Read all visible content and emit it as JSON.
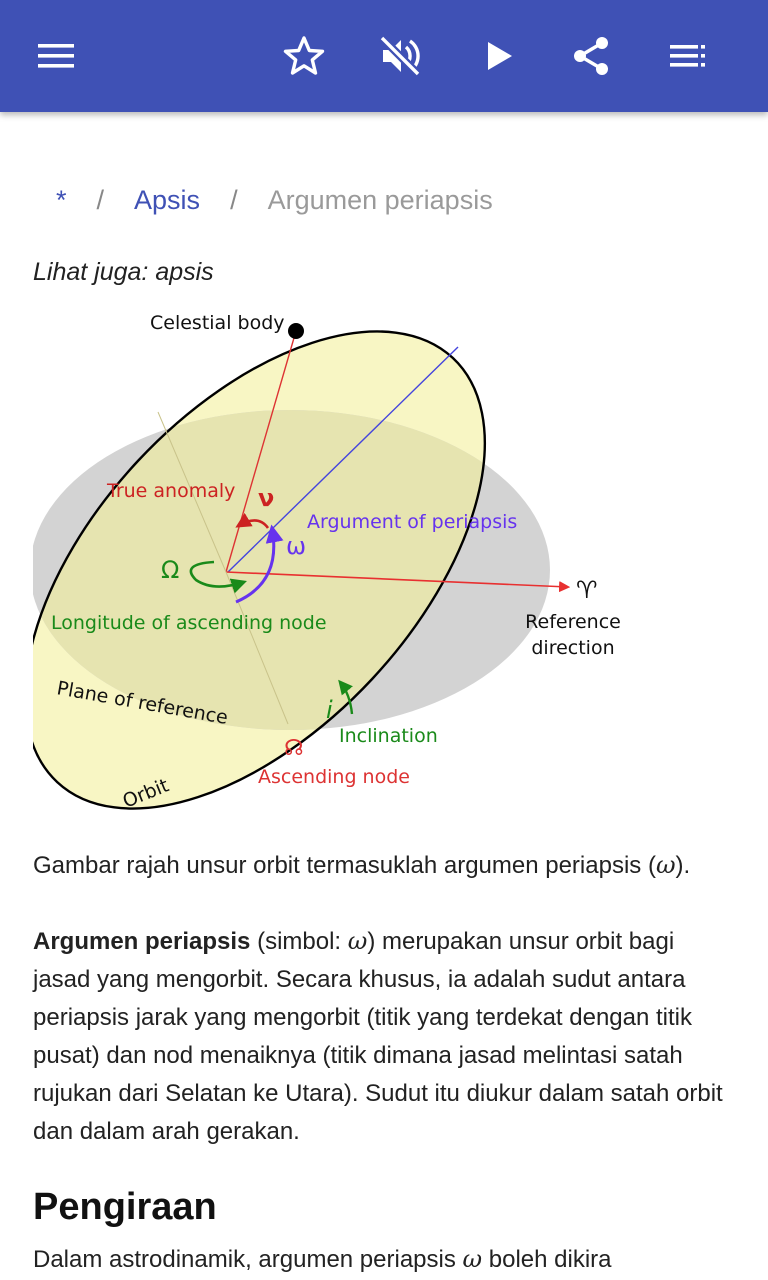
{
  "breadcrumb": {
    "home": "*",
    "sep": "/",
    "parent": "Apsis",
    "current": "Argumen periapsis"
  },
  "see_also": "Lihat juga: apsis",
  "figure": {
    "celestial_body": "Celestial body",
    "true_anomaly": "True anomaly",
    "nu": "ν",
    "argument_of_periapsis": "Argument of periapsis",
    "omega_small": "ω",
    "omega_big": "Ω",
    "longitude_of_ascending_node": "Longitude of ascending node",
    "aries": "♈",
    "reference_direction_1": "Reference",
    "reference_direction_2": "direction",
    "plane_of_reference": "Plane of reference",
    "inclination_symbol": "i",
    "inclination": "Inclination",
    "node_symbol": "☊",
    "ascending_node": "Ascending node",
    "orbit": "Orbit"
  },
  "caption": {
    "text": "Gambar rajah unsur orbit termasuklah argumen periapsis (",
    "symbol": "ω",
    "end": ")."
  },
  "article": {
    "bold_term": "Argumen periapsis",
    "p1_a": " (simbol: ",
    "p1_symbol": "ω",
    "p1_b": ") merupakan unsur orbit bagi jasad yang mengorbit. Secara khusus, ia adalah sudut antara periapsis jarak yang mengorbit (titik yang terdekat dengan titik pusat) dan nod menaiknya (titik dimana jasad melintasi satah rujukan dari Selatan ke Utara). Sudut itu diukur dalam satah orbit dan dalam arah gerakan.",
    "heading": "Pengiraan",
    "p2_a": "Dalam astrodinamik, argumen periapsis ",
    "p2_symbol": "ω",
    "p2_b": " boleh dikira"
  },
  "icons": [
    "menu-icon",
    "star-icon",
    "volume-off-icon",
    "play-icon",
    "share-icon",
    "playlist-icon"
  ],
  "colors": {
    "appbar": "#3f51b5",
    "link": "#3f51b5",
    "orbit_fill": "#f8f6c4",
    "plane_fill": "#d3d3d3",
    "red": "#cc2222",
    "green": "#1a8a1a",
    "purple": "#6633ee"
  }
}
